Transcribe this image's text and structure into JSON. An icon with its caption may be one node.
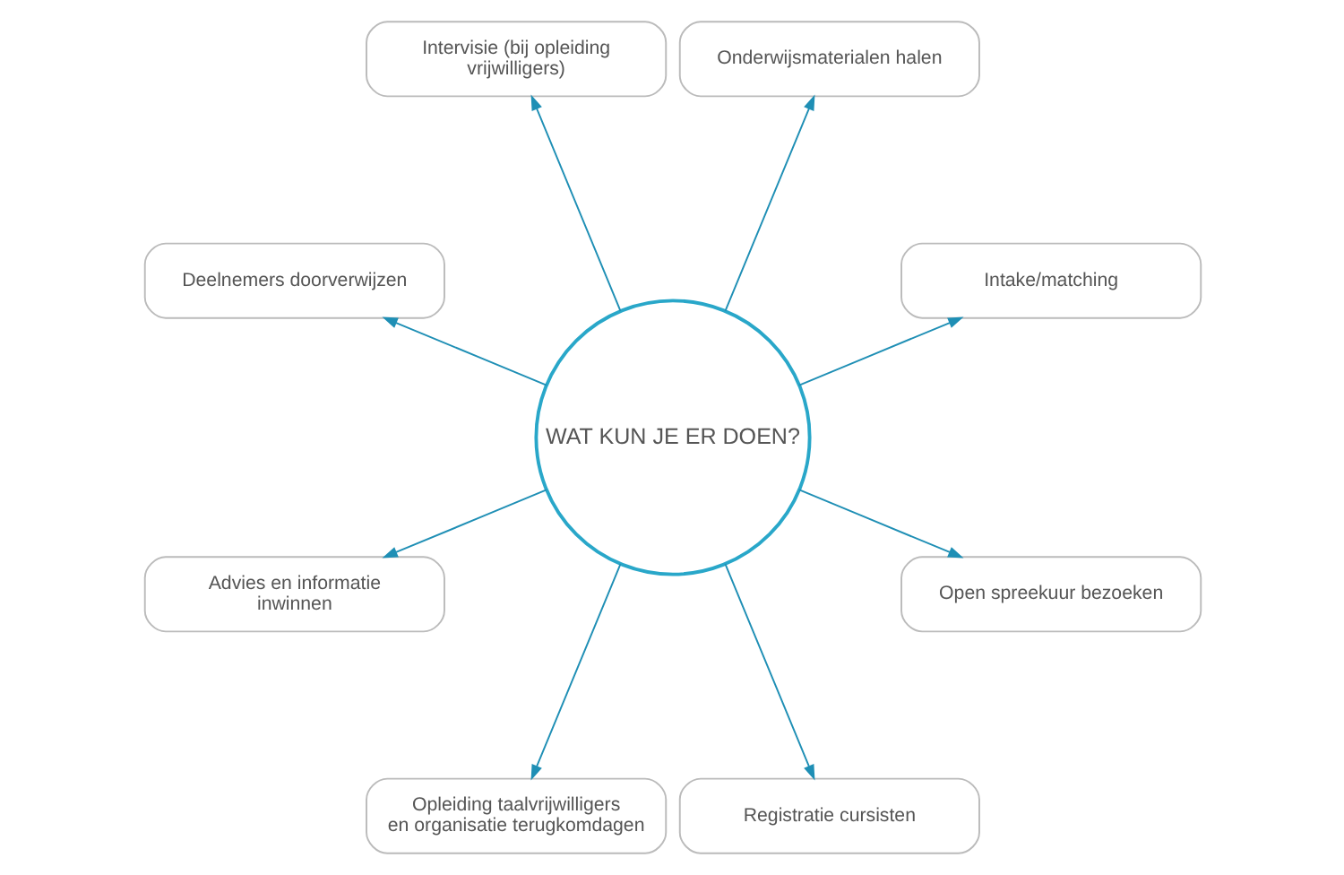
{
  "diagram": {
    "nodes": [
      {
        "text": [
          "WAT KUN JE ER DOEN?"
        ]
      },
      {
        "text": [
          "Intake/matching"
        ]
      },
      {
        "text": [
          "Onderwijsmaterialen halen"
        ]
      },
      {
        "text": [
          "Intervisie (bij opleiding vrijwilligers)"
        ]
      },
      {
        "text": [
          "Deelnemers doorverwijzen"
        ]
      },
      {
        "text": [
          "Advies en informatie inwinnen"
        ]
      },
      {
        "text": [
          "Opleiding taalvrijwilligers en organisatie terugkomdagen"
        ]
      },
      {
        "text": [
          "Registratie cursisten"
        ]
      },
      {
        "text": [
          "Open spreekuur bezoeken"
        ]
      }
    ],
    "edges": [
      {
        "from": 0,
        "to": 1,
        "arrow": "to"
      },
      {
        "from": 0,
        "to": 2,
        "arrow": "to"
      },
      {
        "from": 0,
        "to": 3,
        "arrow": "to"
      },
      {
        "from": 0,
        "to": 4,
        "arrow": "to"
      },
      {
        "from": 0,
        "to": 5,
        "arrow": "to"
      },
      {
        "from": 0,
        "to": 6,
        "arrow": "to"
      },
      {
        "from": 0,
        "to": 7,
        "arrow": "to"
      },
      {
        "from": 0,
        "to": 8,
        "arrow": "to"
      }
    ]
  }
}
